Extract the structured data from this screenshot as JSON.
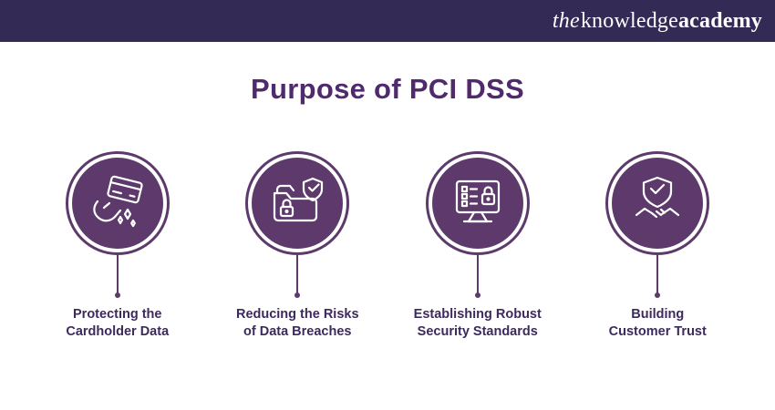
{
  "header": {
    "logo": {
      "the": "the",
      "knowledge": "knowledge",
      "academy": "academy"
    }
  },
  "title": "Purpose of PCI DSS",
  "colors": {
    "top_bar": "#332a56",
    "accent_purple": "#5d3a6b",
    "title_text": "#4f2b6e",
    "label_text": "#3d2a5c",
    "icon_stroke": "#ffffff"
  },
  "items": [
    {
      "icon": "hand-credit-card-icon",
      "label_line1": "Protecting the",
      "label_line2": "Cardholder Data"
    },
    {
      "icon": "folder-lock-shield-icon",
      "label_line1": "Reducing the Risks",
      "label_line2": "of Data Breaches"
    },
    {
      "icon": "monitor-checklist-lock-icon",
      "label_line1": "Establishing Robust",
      "label_line2": "Security Standards"
    },
    {
      "icon": "shield-handshake-icon",
      "label_line1": "Building",
      "label_line2": "Customer Trust"
    }
  ]
}
